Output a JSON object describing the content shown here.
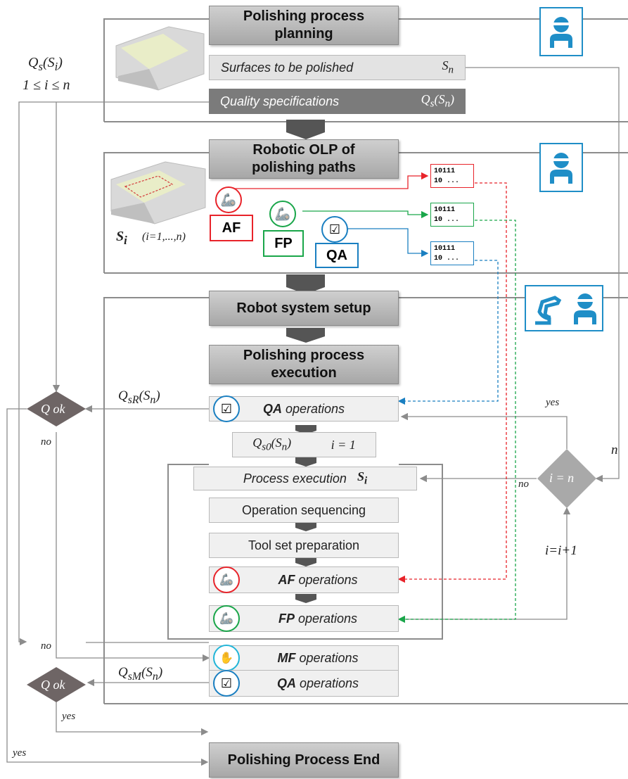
{
  "blocks": {
    "planning": "Polishing process\nplanning",
    "olp": "Robotic OLP of\npolishing paths",
    "setup": "Robot system setup",
    "execution": "Polishing process\nexecution",
    "end": "Polishing Process End"
  },
  "planning_rows": {
    "surfaces_label": "Surfaces to be polished",
    "surfaces_var": "S",
    "surfaces_sub": "n",
    "quality_label": "Quality specifications",
    "quality_var": "Q",
    "quality_sub": "s",
    "quality_arg": "(S",
    "quality_arg_sub": "n",
    "quality_close": ")"
  },
  "left_label": {
    "line1_q": "Q",
    "line1_sub": "s",
    "line1_arg": "(S",
    "line1_arg_sub": "i",
    "line1_close": ")",
    "line2": "1 ≤ i ≤ n"
  },
  "olp": {
    "surface_var": "S",
    "surface_sub": "i",
    "surface_range": "(i=1,...,n)",
    "tag_af": "AF",
    "tag_fp": "FP",
    "tag_qa": "QA",
    "doc_line1": "10111",
    "doc_line2": "10 ..."
  },
  "execution_steps": {
    "qa_ops_bold": "QA",
    "qa_ops_rest": " operations",
    "qs0_q": "Q",
    "qs0_sub": "s0",
    "qs0_arg": "(S",
    "qs0_arg_sub": "n",
    "qs0_close": ")",
    "qs0_init": "i = 1",
    "process_exec": "Process execution",
    "process_var": "S",
    "process_sub": "i",
    "op_seq": "Operation sequencing",
    "tool_prep": "Tool set preparation",
    "af_bold": "AF",
    "af_rest": " operations",
    "fp_bold": "FP",
    "fp_rest": " operations",
    "mf_bold": "MF",
    "mf_rest": " operations",
    "qa2_bold": "QA",
    "qa2_rest": " operations"
  },
  "decisions": {
    "q_ok_1": "Q ok",
    "q_ok_2": "Q ok",
    "i_eq_n": "i = n",
    "qsr_q": "Q",
    "qsr_sub": "sR",
    "qsr_arg": "(S",
    "qsr_arg_sub": "n",
    "qsr_close": ")",
    "qsm_q": "Q",
    "qsm_sub": "sM",
    "qsm_arg": "(S",
    "qsm_arg_sub": "n",
    "qsm_close": ")",
    "no": "no",
    "yes": "yes",
    "n": "n",
    "increment": "i=i+1"
  },
  "colors": {
    "af": "#e8232a",
    "fp": "#1aa64a",
    "qa": "#1a7fc1",
    "mf": "#22b5d8",
    "persona": "#1f8ec7",
    "line": "#8c8c8c"
  }
}
